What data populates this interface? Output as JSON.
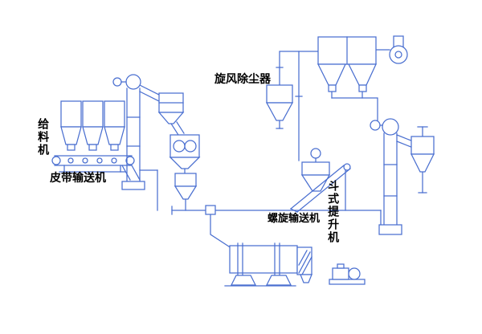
{
  "diagram": {
    "labels": {
      "feeder": "给料机",
      "belt_conveyor": "皮带输送机",
      "cyclone_dust_collector": "旋风除尘器",
      "screw_conveyor": "螺旋输送机",
      "bucket_elevator": "斗式提升机"
    },
    "colors": {
      "line": "#4a6fd0",
      "text": "#000000",
      "background": "#ffffff"
    }
  }
}
